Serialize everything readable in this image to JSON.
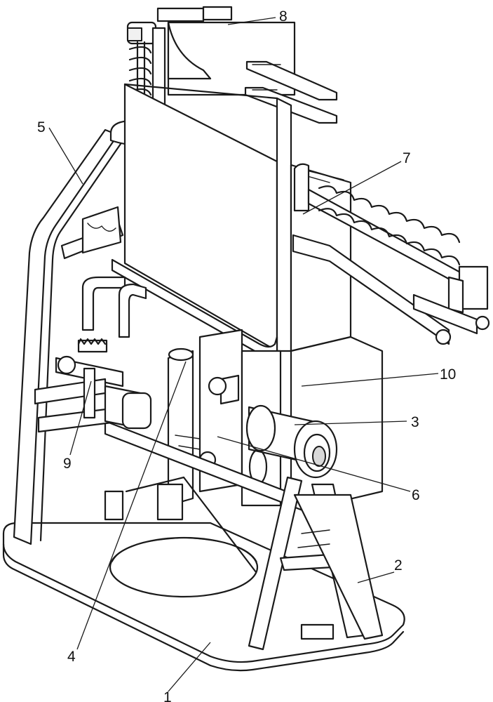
{
  "figure": {
    "callouts": [
      {
        "id": "c1",
        "label": "1"
      },
      {
        "id": "c2",
        "label": "2"
      },
      {
        "id": "c3",
        "label": "3"
      },
      {
        "id": "c4",
        "label": "4"
      },
      {
        "id": "c5",
        "label": "5"
      },
      {
        "id": "c6",
        "label": "6"
      },
      {
        "id": "c7",
        "label": "7"
      },
      {
        "id": "c8",
        "label": "8"
      },
      {
        "id": "c9",
        "label": "9"
      },
      {
        "id": "c10",
        "label": "10"
      }
    ]
  }
}
